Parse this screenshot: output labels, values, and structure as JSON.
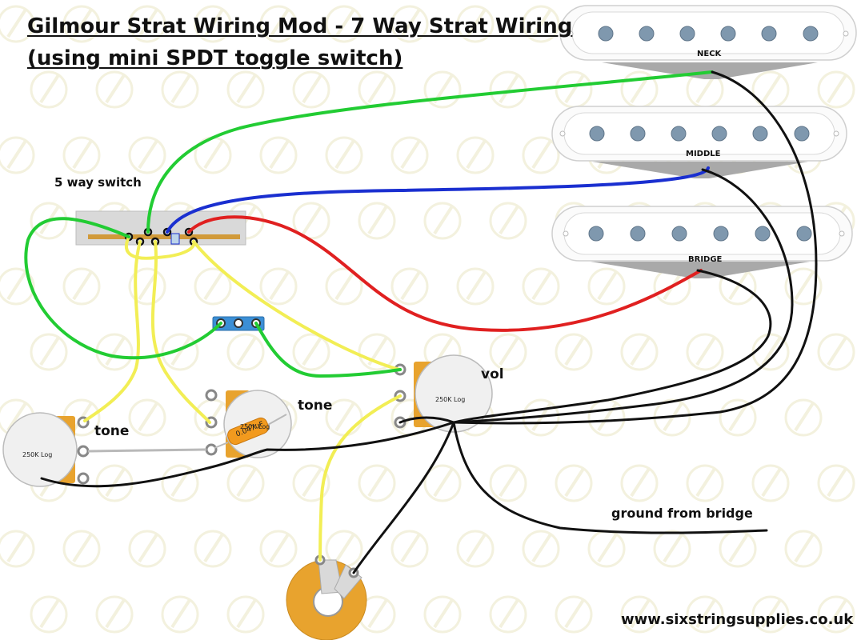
{
  "header": {
    "title_line1": "Gilmour Strat Wiring Mod - 7 Way Strat Wiring",
    "title_line2": "(using mini SPDT toggle switch)"
  },
  "pickups": {
    "neck": "NECK",
    "middle": "MIDDLE",
    "bridge": "BRIDGE"
  },
  "labels": {
    "switch": "5 way switch",
    "vol": "vol",
    "tone_left": "tone",
    "tone_middle": "tone",
    "ground": "ground from bridge",
    "website": "www.sixstringsupplies.co.uk"
  },
  "pots": {
    "vol_value": "250K Log",
    "tone_left_value": "250K Log",
    "tone_middle_value": "250K Log",
    "capacitor": "0.047uF"
  },
  "colors": {
    "green_wire": "#22cc33",
    "blue_wire": "#1a2fd0",
    "red_wire": "#e02020",
    "yellow_wire": "#f2ee55",
    "black_wire": "#111111",
    "pot_case": "#f0f0f0",
    "pot_mount": "#e8a32e",
    "switch_plate": "#d8d8d8",
    "switch_bar": "#d19a3a",
    "toggle": "#3b8fd6",
    "jack": "#e8a32e",
    "watermark": "#f3f1de"
  }
}
